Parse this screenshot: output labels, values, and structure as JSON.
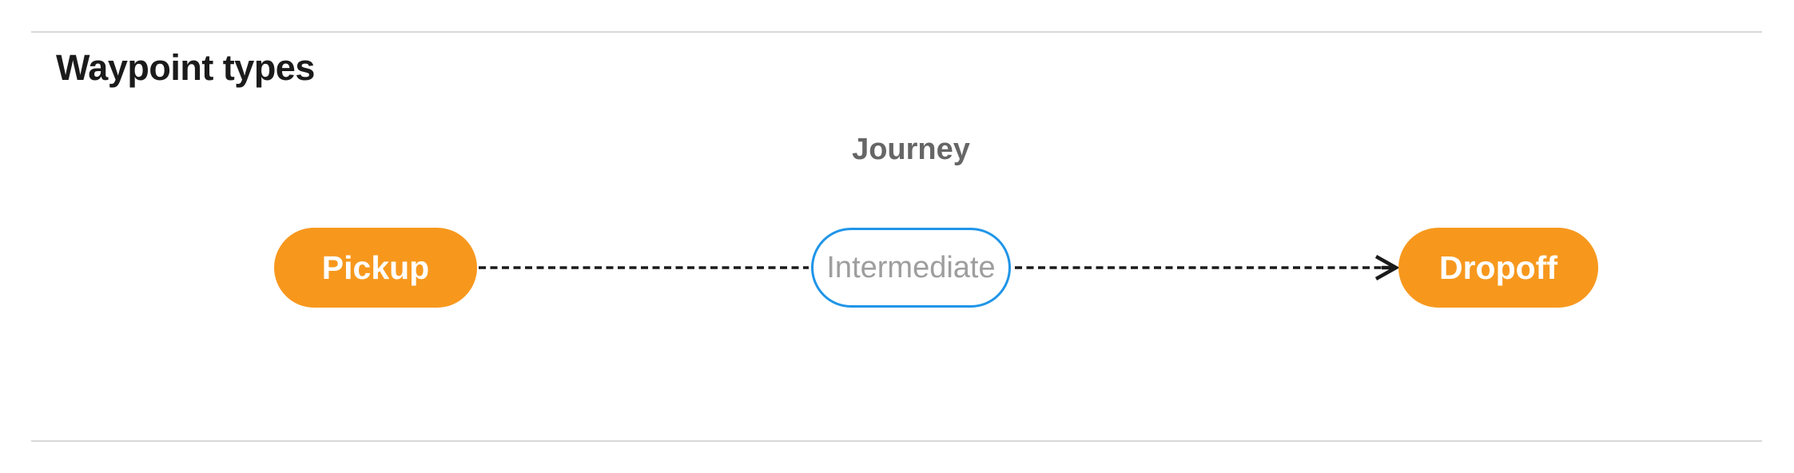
{
  "section": {
    "title": "Waypoint types"
  },
  "diagram": {
    "caption": "Journey",
    "nodes": [
      {
        "label": "Pickup",
        "style": "filled"
      },
      {
        "label": "Intermediate",
        "style": "outlined"
      },
      {
        "label": "Dropoff",
        "style": "filled"
      }
    ],
    "connector": {
      "style": "dashed",
      "arrow": "end"
    },
    "colors": {
      "node_fill": "#F7981D",
      "node_text": "#FFFFFF",
      "outline_stroke": "#2095E8",
      "outline_text": "#9E9E9E",
      "connector": "#1A1A1A",
      "caption_text": "#666666",
      "divider": "#D9D9D9",
      "heading_text": "#1B1B1B"
    }
  }
}
